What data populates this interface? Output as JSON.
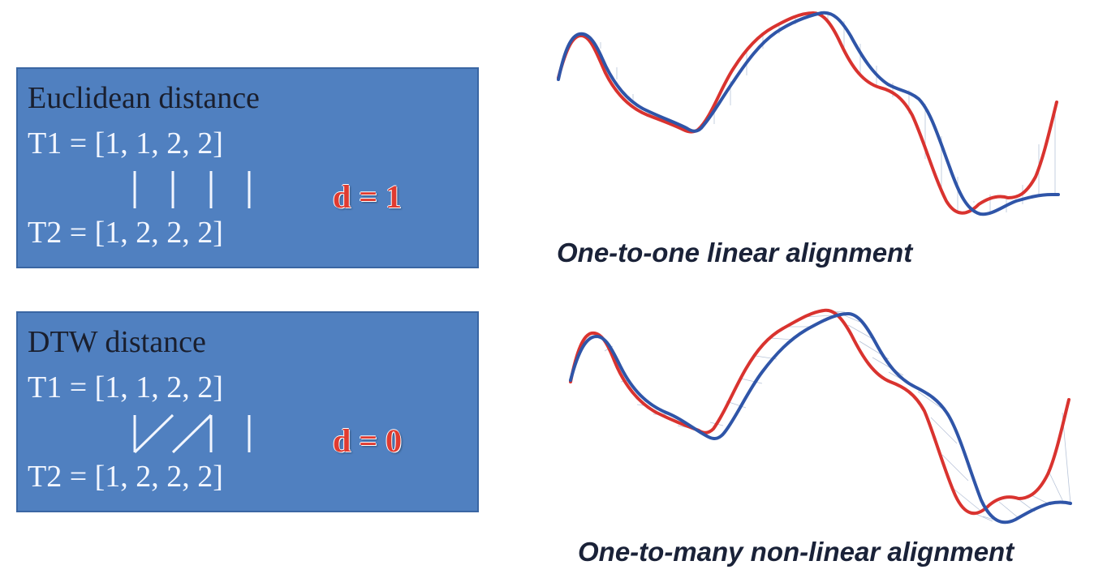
{
  "euclidean": {
    "title": "Euclidean distance",
    "t1": "T1 = [1, 1, 2, 2]",
    "t2": "T2 = [1, 2, 2, 2]",
    "result": "d = 1"
  },
  "dtw": {
    "title": "DTW distance",
    "t1": "T1 = [1, 1, 2, 2]",
    "t2": "T2 = [1, 2, 2, 2]",
    "result": "d = 0"
  },
  "captions": {
    "top": "One-to-one linear alignment",
    "bottom": "One-to-many non-linear alignment"
  },
  "colors": {
    "box_fill": "#5080c0",
    "series_red": "#d9332f",
    "series_blue": "#2f55a8",
    "result_text": "#e03b30"
  }
}
